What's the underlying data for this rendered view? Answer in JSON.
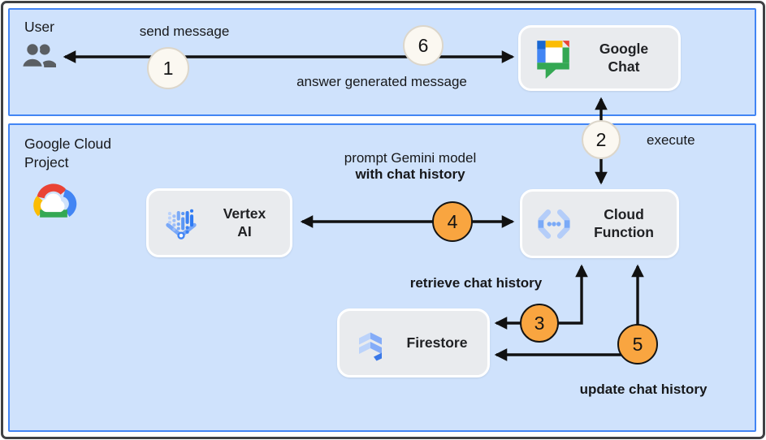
{
  "diagram": {
    "sections": {
      "user": {
        "label": "User"
      },
      "cloud": {
        "label": "Google Cloud Project"
      }
    },
    "nodes": {
      "google_chat": {
        "line1": "Google",
        "line2": "Chat"
      },
      "vertex_ai": {
        "line1": "Vertex",
        "line2": "AI"
      },
      "cloud_function": {
        "line1": "Cloud",
        "line2": "Function"
      },
      "firestore": {
        "label": "Firestore"
      }
    },
    "edges": {
      "send_message": {
        "step": "1",
        "label": "send message"
      },
      "answer": {
        "step": "6",
        "label": "answer generated message"
      },
      "execute": {
        "step": "2",
        "label": "execute"
      },
      "prompt_gemini": {
        "step": "4",
        "label_line1": "prompt Gemini model",
        "label_line2": "with chat history"
      },
      "retrieve": {
        "step": "3",
        "label": "retrieve chat history"
      },
      "update": {
        "step": "5",
        "label": "update chat history"
      }
    },
    "icons": {
      "user": "users-icon",
      "google_chat": "google-chat-icon",
      "google_cloud": "google-cloud-icon",
      "vertex_ai": "vertex-ai-icon",
      "cloud_function": "cloud-function-icon",
      "firestore": "firestore-icon"
    },
    "colors": {
      "section_fill": "#cfe2fc",
      "section_border": "#4285f4",
      "node_fill": "#e9ebee",
      "step_orange": "#f9a540",
      "step_white": "#fbf8f1",
      "arrow": "#111111",
      "google_blue": "#4285f4",
      "google_red": "#ea4335",
      "google_yellow": "#fbbc04",
      "google_green": "#34a853"
    }
  }
}
